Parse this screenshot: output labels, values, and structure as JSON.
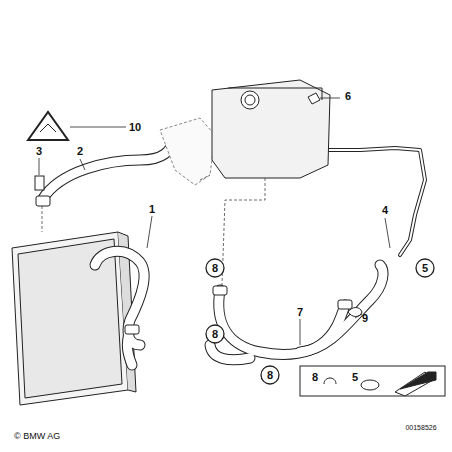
{
  "diagram": {
    "labels": [
      "10",
      "6",
      "3",
      "2",
      "1",
      "4",
      "5",
      "8",
      "9",
      "7",
      "8",
      "8",
      "8",
      "5",
      "© BMW AG",
      "00158526"
    ]
  }
}
